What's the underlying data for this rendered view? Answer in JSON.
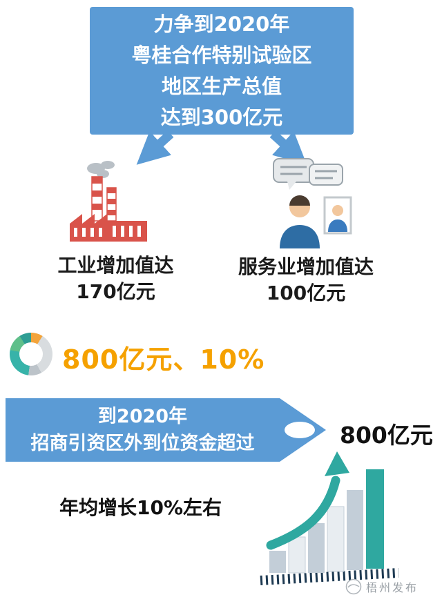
{
  "colors": {
    "primary_blue": "#5b9bd5",
    "accent_orange": "#f5a100",
    "teal": "#2fa8a0",
    "factory_red": "#d9534a",
    "text_dark": "#111111",
    "watermark_gray": "#9aa0a6"
  },
  "header_box": {
    "lines": [
      "力争到2020年",
      "粤桂合作特别试验区",
      "地区生产总值",
      "达到300亿元"
    ]
  },
  "industry": {
    "icon": "factory-icon",
    "line1": "工业增加值达",
    "line2": "170亿元"
  },
  "service": {
    "icon": "consulting-people-icon",
    "line1": "服务业增加值达",
    "line2": "100亿元"
  },
  "highlight": {
    "icon": "donut-chart-icon",
    "text": "800亿元、10%"
  },
  "banner": {
    "line1": "到2020年",
    "line2": "招商引资区外到位资金超过",
    "value": "800亿元"
  },
  "growth": {
    "text": "年均增长10%左右",
    "icon": "rising-bar-chart-icon"
  },
  "watermark": {
    "icon": "publisher-logo-icon",
    "text": "梧州发布"
  }
}
